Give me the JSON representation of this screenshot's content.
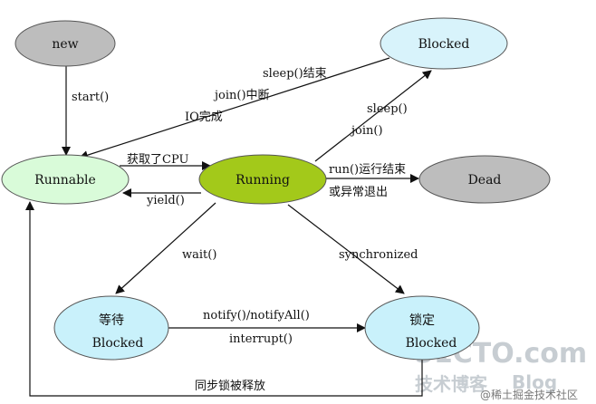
{
  "nodes": {
    "new": {
      "label": "new",
      "color": "#bdbdbd"
    },
    "blocked_top": {
      "label": "Blocked",
      "color": "#d8f3fb"
    },
    "runnable": {
      "label": "Runnable",
      "color": "#d9fbd9"
    },
    "running": {
      "label": "Running",
      "color": "#a3c91a"
    },
    "dead": {
      "label": "Dead",
      "color": "#bdbdbd"
    },
    "wait_blocked": {
      "line1": "等待",
      "line2": "Blocked",
      "color": "#c9f1fb"
    },
    "lock_blocked": {
      "line1": "锁定",
      "line2": "Blocked",
      "color": "#c9f1fb"
    }
  },
  "edges": {
    "start": "start()",
    "sleep_end": "sleep()结束",
    "join_interrupt": "join()中断",
    "io_done": "IO完成",
    "get_cpu": "获取了CPU",
    "yield": "yield()",
    "sleep": "sleep()",
    "join": "join()",
    "run_end": "run()运行结束",
    "exception_exit": "或异常退出",
    "wait": "wait()",
    "synchronized": "synchronized",
    "notify": "notify()/notifyAll()",
    "interrupt": "interrupt()",
    "lock_released": "同步锁被释放"
  },
  "watermark": {
    "site": "51CTO.com",
    "site_cn": "技术博客",
    "blog": "Blog",
    "credit": "@稀土掘金技术社区"
  }
}
